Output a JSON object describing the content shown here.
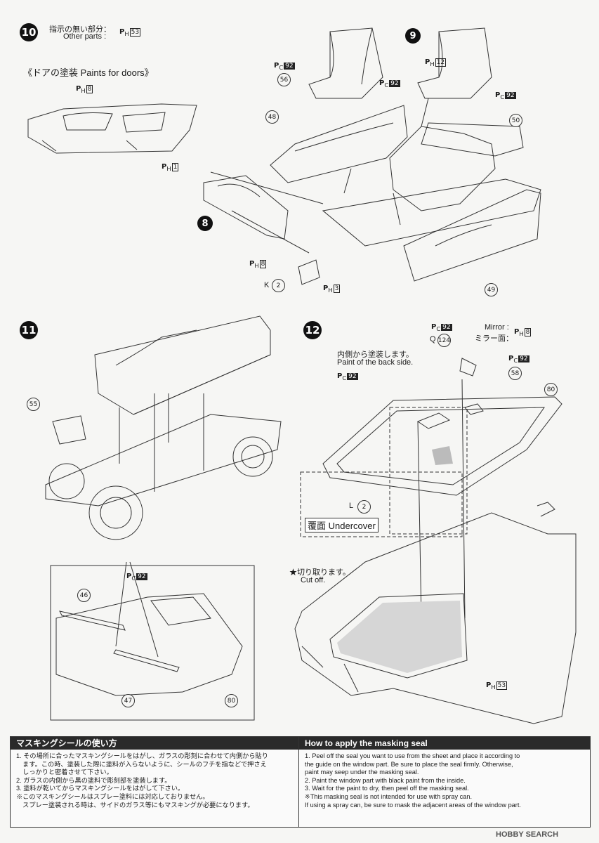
{
  "step10": {
    "number": "10",
    "other_parts_jp": "指示の無い部分：",
    "other_parts_en": "Other parts :",
    "other_parts_code": "53",
    "door_paint_title": "《ドアの塗装 Paints for doors》",
    "door_ph8": "8",
    "door_ph1": "1",
    "labels": {
      "p9": "9",
      "pc92_a": "92",
      "p56": "56",
      "pc92_b": "92",
      "ph12": "12",
      "pc92_c": "92",
      "p48": "48",
      "p50": "50",
      "p8": "8",
      "ph8": "8",
      "k2": "K",
      "k2n": "2",
      "ph3": "3",
      "p49": "49"
    }
  },
  "step11": {
    "number": "11",
    "p55": "55"
  },
  "step12": {
    "number": "12",
    "inside_jp": "内側から塗装します。",
    "inside_en": "Paint of the back side.",
    "pc92": "92",
    "q": "Q",
    "q124": "124",
    "mirror_en": "Mirror :",
    "mirror_jp": "ミラー面：",
    "mirror_ph": "8",
    "pc92_b": "92",
    "p58": "58",
    "p80": "80",
    "l": "L",
    "l2": "2",
    "undercover": "覆面 Undercover",
    "cutoff_jp": "★切り取ります。",
    "cutoff_en": "Cut off.",
    "ph53": "53"
  },
  "mask_panel": {
    "pc92": "92",
    "p46": "46",
    "p47": "47",
    "p80": "80"
  },
  "instructions_jp": {
    "title": "マスキングシールの使い方",
    "lines": [
      "1. その場所に合ったマスキングシールをはがし、ガラスの彫刻に合わせて内側から貼り",
      "　ます。この時、塗装した際に塗料が入らないように、シールのフチを指などで押さえ",
      "　しっかりと密着させて下さい。",
      "2. ガラスの内側から黒の塗料で彫刻部を塗装します。",
      "3. 塗料が乾いてからマスキングシールをはがして下さい。",
      "※このマスキングシールはスプレー塗料には対応しておりません。",
      "　スプレー塗装される時は、サイドのガラス等にもマスキングが必要になります。"
    ]
  },
  "instructions_en": {
    "title": "How to apply the masking seal",
    "lines": [
      "1.  Peel off the seal you want to use from the sheet and place it according to",
      "     the guide on the window part. Be sure to place the seal firmly. Otherwise,",
      "     paint may seep under the masking seal.",
      "2.  Paint the window part with black paint from the inside.",
      "3.  Wait for the paint to dry, then peel off the masking seal.",
      "※This masking seal is not intended for use with spray can.",
      "   If using a spray can, be sure to mask the adjacent areas of the window part."
    ]
  },
  "footer": "HOBBY SEARCH"
}
